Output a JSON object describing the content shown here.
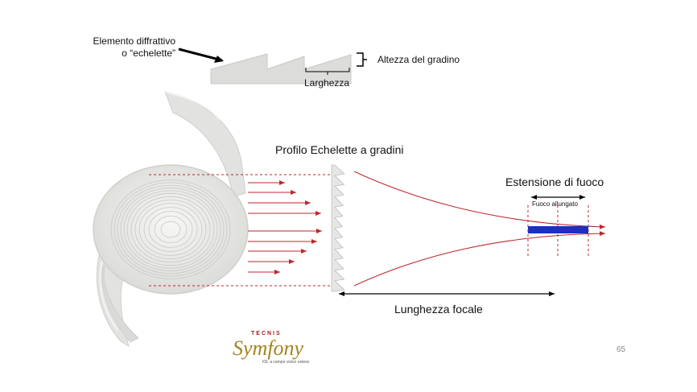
{
  "echelette": {
    "element_label_line1": "Elemento diffrattivo",
    "element_label_line2": "o “echelette”",
    "height_label": "Altezza del gradino",
    "width_label": "Larghezza"
  },
  "main": {
    "profile_title": "Profilo Echelette a gradini",
    "focus_extension_label": "Estensione di fuoco",
    "extended_focus_label": "Fuoco allungato",
    "focal_length_label": "Lunghezza  focale"
  },
  "logo": {
    "top": "TECNIS",
    "main": "Symfony",
    "sub": "IOL a campo visivo esteso"
  },
  "page_number": "65",
  "colors": {
    "ray_red": "#c0262c",
    "focus_blue": "#1b2fc4",
    "lens_gray": "#e4e4e2"
  }
}
